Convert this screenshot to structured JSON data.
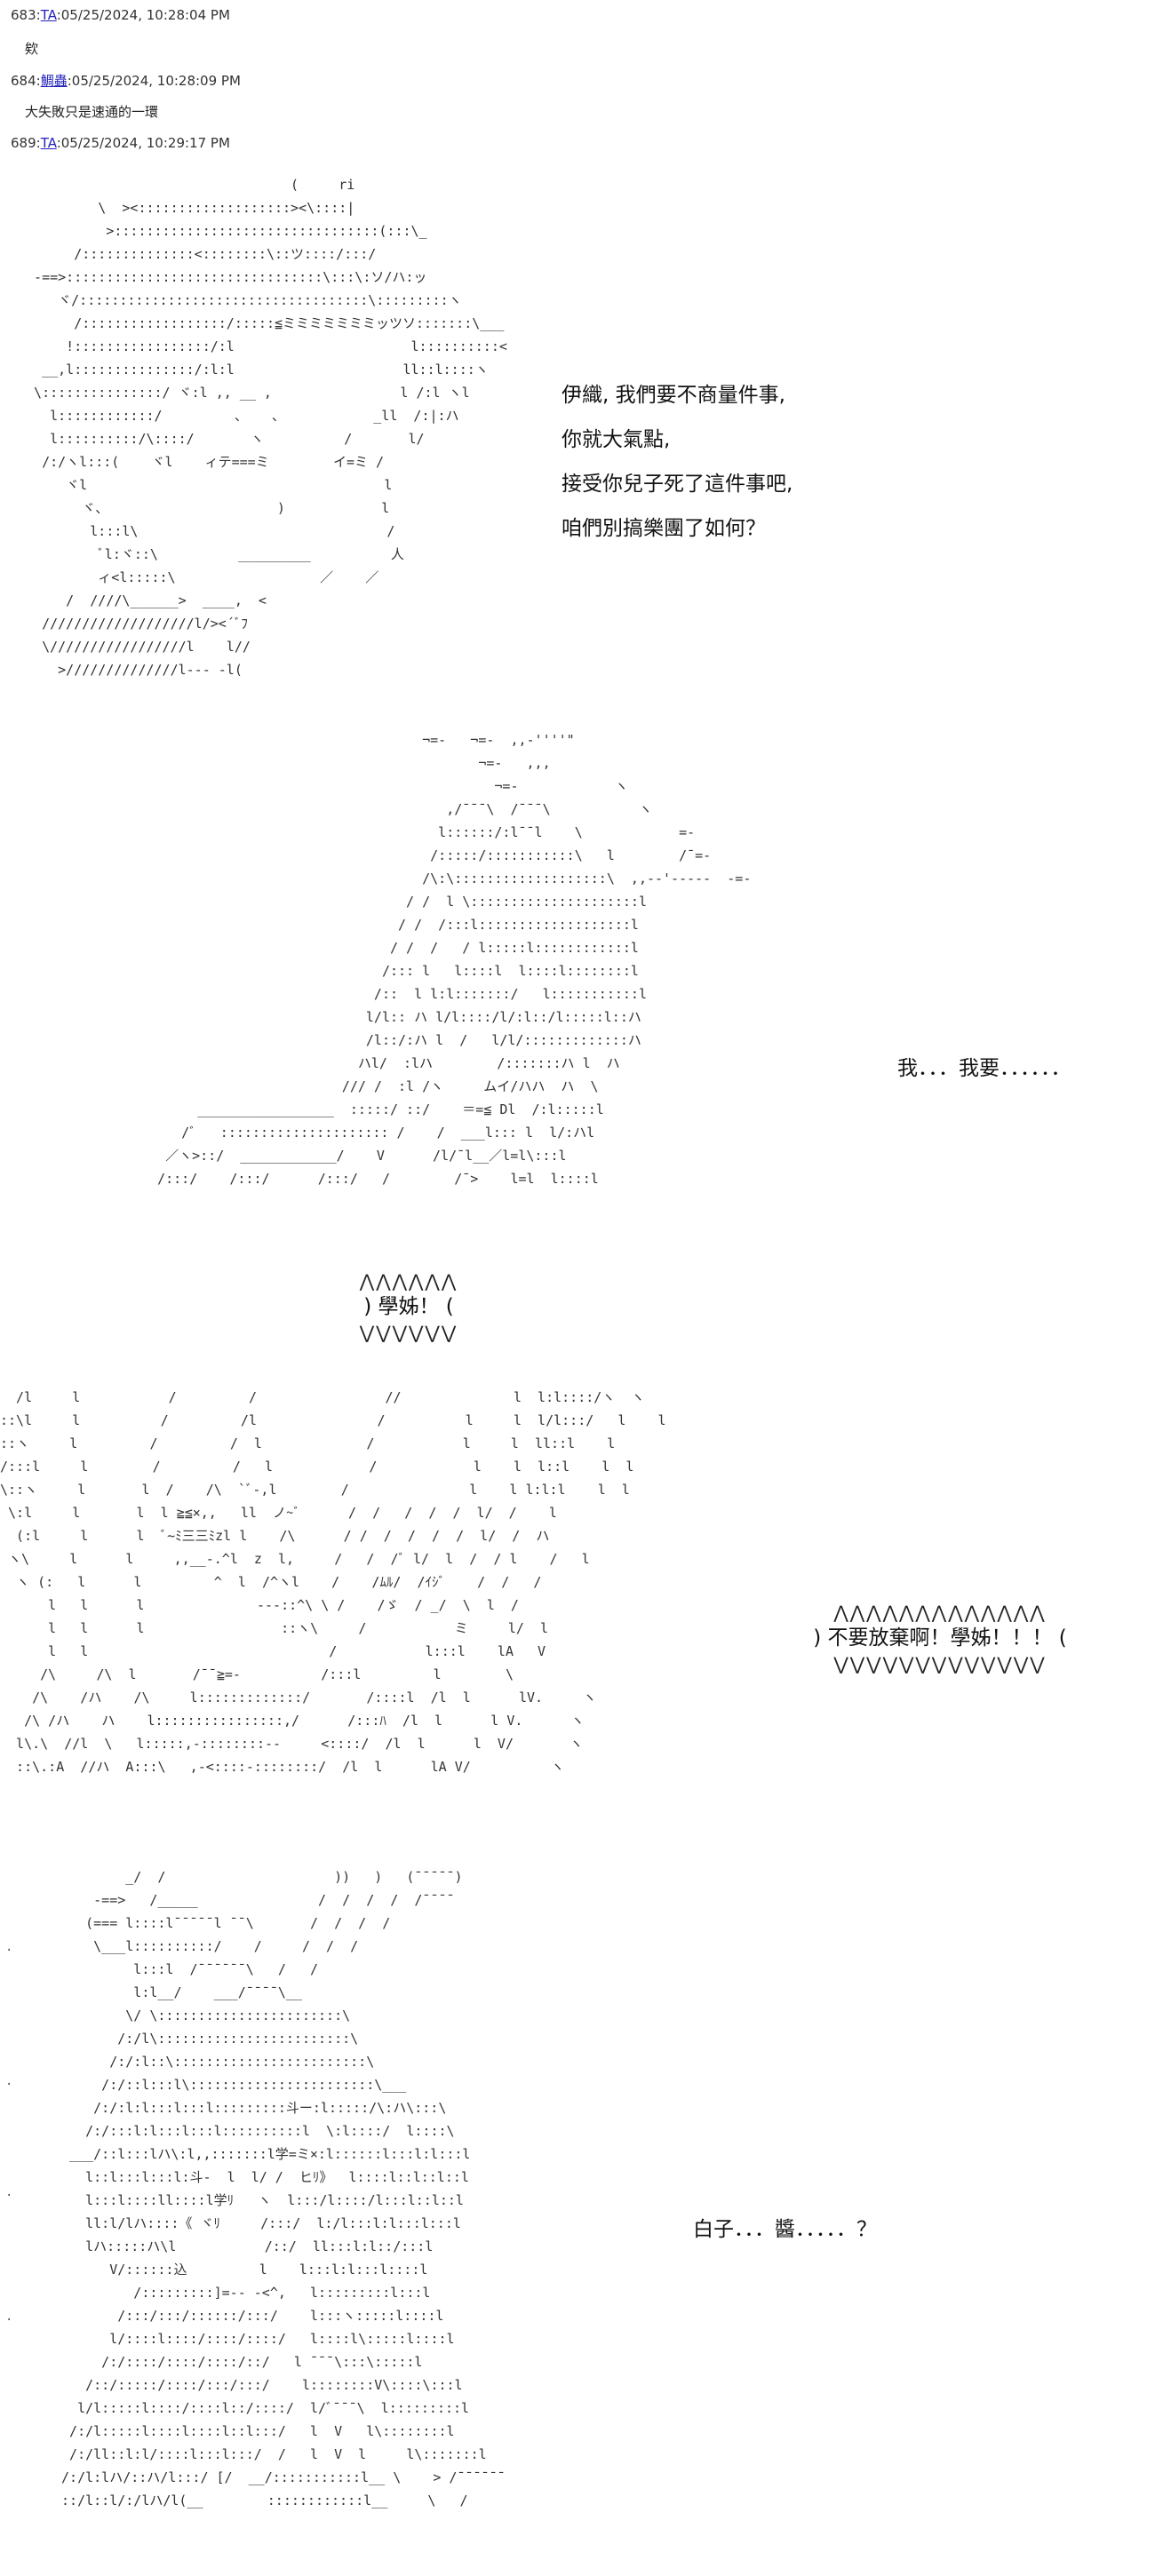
{
  "posts": [
    {
      "number": "683",
      "name": "TA",
      "date": "05/25/2024, 10:28:04 PM",
      "body": "欸"
    },
    {
      "number": "684",
      "name": "鯛蟲",
      "date": "05/25/2024, 10:28:09 PM",
      "body": "大失敗只是速通的一環"
    },
    {
      "number": "689",
      "name": "TA",
      "date": "05/25/2024, 10:29:17 PM"
    }
  ],
  "dialogue": {
    "panel1": [
      "伊織, 我們要不商量件事,",
      "你就大氣點,",
      "接受你兒子死了這件事吧,",
      "咱們別搞樂團了如何？"
    ],
    "panel2": "我．．．我要．．．．．．",
    "panel3_shout": "學姊！",
    "panel4_shout": "不要放棄啊！學姊！！！",
    "panel5": "白子．．．醬．．．．．？"
  },
  "shout_spikes": {
    "small_top": "⋀⋀⋀⋀⋀⋀",
    "small_bottom": "⋁⋁⋁⋁⋁⋁",
    "large_top": "⋀⋀⋀⋀⋀⋀⋀⋀⋀⋀⋀⋀⋀",
    "large_bottom": "⋁⋁⋁⋁⋁⋁⋁⋁⋁⋁⋁⋁⋁"
  }
}
